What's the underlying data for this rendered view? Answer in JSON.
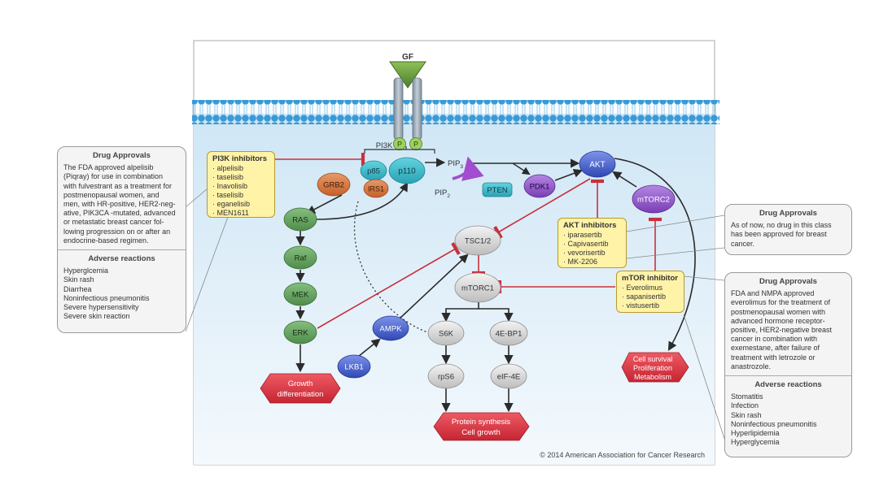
{
  "nodes": {
    "gf": "GF",
    "p_left": "P",
    "p_right": "P",
    "pi3k": "PI3K",
    "p85": "p85",
    "p110": "p110",
    "irs1": "IRS1",
    "grb2": "GRB2",
    "ras": "RAS",
    "raf": "Raf",
    "mek": "MEK",
    "erk": "ERK",
    "growth_line1": "Growth",
    "growth_line2": "differentiation",
    "pip3_base": "PIP",
    "pip3_sub": "3",
    "pip2_base": "PIP",
    "pip2_sub": "2",
    "pten": "PTEN",
    "pdk1": "PDK1",
    "akt": "AKT",
    "mtorc2": "mTORC2",
    "tsc": "TSC1/2",
    "mtorc1": "mTORC1",
    "ampk": "AMPK",
    "lkb1": "LKB1",
    "s6k": "S6K",
    "ebp1": "4E-BP1",
    "rps6": "rpS6",
    "eif4e": "eIF-4E",
    "protein_line1": "Protein synthesis",
    "protein_line2": "Cell growth",
    "survival_line1": "Cell survival",
    "survival_line2": "Proliferation",
    "survival_line3": "Metabolism"
  },
  "pi3k_inhibitors": {
    "title": "PI3K inhibitors",
    "items": [
      "alpelisib",
      "taselisib",
      "Inavolisib",
      "taselisib",
      "eganelisib",
      "MEN1611"
    ]
  },
  "akt_inhibitors": {
    "title": "AKT inhibitors",
    "items": [
      "iparasertib",
      "Capivasertib",
      "vevorisertib",
      "MK-2206"
    ]
  },
  "mtor_inhibitors": {
    "title": "mTOR inhibitor",
    "items": [
      "Everolimus",
      "sapanisertib",
      "vistusertib"
    ]
  },
  "left_callout": {
    "approvals_title": "Drug Approvals",
    "approvals_lines": [
      "The FDA approved alpelisib",
      "(Piqray) for use in combination",
      "with fulvestrant as a treatment for",
      "postmenopausal women, and",
      "men, with HR-positive, HER2-neg-",
      "ative, PIK3CA -mutated, advanced",
      "or metastatic breast cancer fol-",
      "lowing progression on or after an",
      "endocrine-based regimen."
    ],
    "adverse_title": "Adverse reactions",
    "adverse_items": [
      "Hyperglcemia",
      "Skin rash",
      "Diarrhea",
      "Noninfectious pneumonitis",
      "Severe hypersensitivity",
      "Severe skin reaction"
    ]
  },
  "akt_callout": {
    "approvals_title": "Drug Approvals",
    "lines": [
      "As of now, no drug in this class",
      "has been approved for breast",
      "cancer."
    ]
  },
  "mtor_callout": {
    "approvals_title": "Drug Approvals",
    "approvals_lines": [
      "FDA and NMPA approved",
      "everolimus for the treatment of",
      "postmenopausal women with",
      "advanced hormone receptor-",
      "positive, HER2-negative breast",
      "cancer in combination with",
      "exemestane, after failure of",
      "treatment with letrozole or",
      "anastrozole."
    ],
    "adverse_title": "Adverse reactions",
    "adverse_items": [
      "Stomatitis",
      "Infection",
      "Skin rash",
      "Noninfectious pneumonitis",
      "Hyperlipidemia",
      "Hyperglycemia"
    ]
  },
  "copyright": "© 2014 American Association for Cancer Research",
  "colors": {
    "background_top": "#cfe6f5",
    "background_bottom": "#f4f9fd",
    "membrane": "#3a9ad6",
    "receptor": "#8a9caa",
    "ligand": "#6f9a3c",
    "teal": "#35b7c6",
    "orange": "#d3763e",
    "green": "#5f9e5b",
    "gray": "#c8c8c8",
    "purple": "#8e52c4",
    "blue": "#3f5ac8",
    "red": "#d9343f",
    "inhibitor_box": "#fff3a8"
  }
}
